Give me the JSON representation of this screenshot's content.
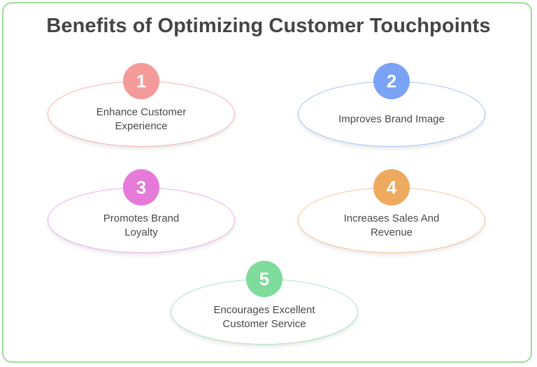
{
  "title": "Benefits of Optimizing Customer Touchpoints",
  "items": [
    {
      "number": "1",
      "label": "Enhance Customer\nExperience",
      "color": "#f59a9a",
      "border": "#f5b3b3"
    },
    {
      "number": "2",
      "label": "Improves Brand Image",
      "color": "#7aa3f5",
      "border": "#a9c2f7"
    },
    {
      "number": "3",
      "label": "Promotes Brand\nLoyalty",
      "color": "#e57ad8",
      "border": "#ecaee4"
    },
    {
      "number": "4",
      "label": "Increases Sales And\nRevenue",
      "color": "#eeaa5e",
      "border": "#f1c79a"
    },
    {
      "number": "5",
      "label": "Encourages Excellent\nCustomer Service",
      "color": "#7fdc9c",
      "border": "#a9e6bd"
    }
  ]
}
